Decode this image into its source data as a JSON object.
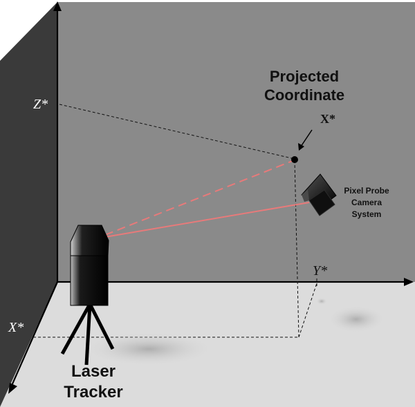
{
  "labels": {
    "projected_line1": "Projected",
    "projected_line2": "Coordinate",
    "point_label": "X*",
    "camera_line1": "Pixel Probe",
    "camera_line2": "Camera",
    "camera_line3": "System",
    "tracker_line1": "Laser",
    "tracker_line2": "Tracker",
    "axis_z": "Z*",
    "axis_y": "Y*",
    "axis_x": "X*"
  },
  "colors": {
    "back_wall": "#8a8a8a",
    "left_wall": "#3a3a3a",
    "floor": "#dcdcdc",
    "laser": "#e87a7a"
  }
}
